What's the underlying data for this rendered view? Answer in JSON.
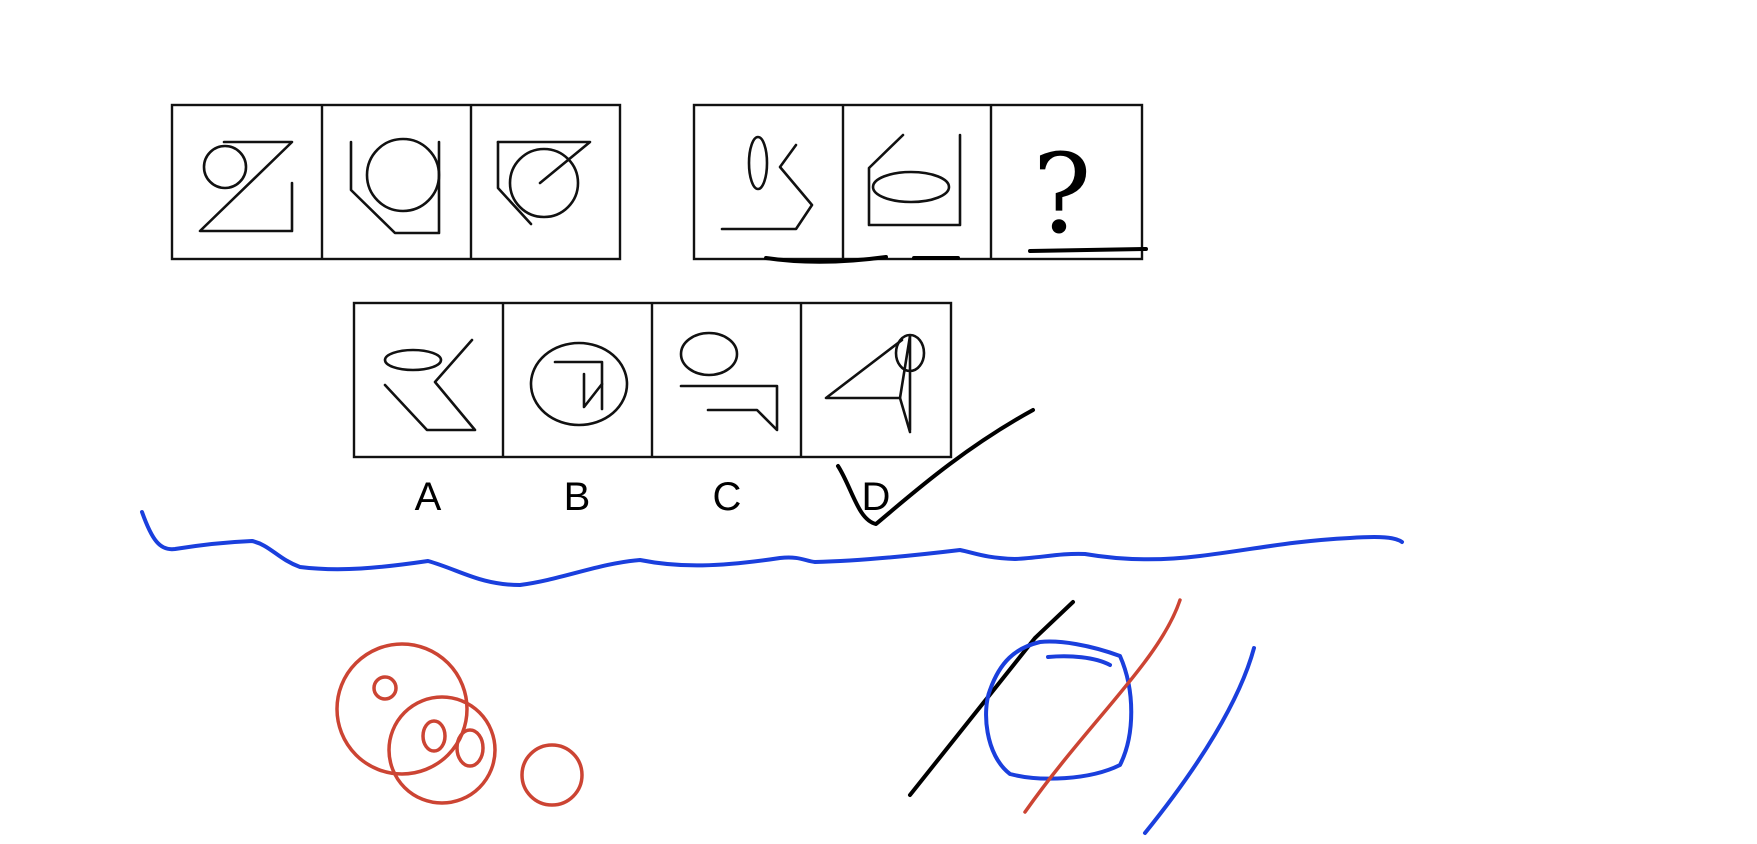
{
  "question": {
    "unknown_symbol": "?"
  },
  "options": [
    {
      "label": "A"
    },
    {
      "label": "B"
    },
    {
      "label": "C"
    },
    {
      "label": "D"
    }
  ],
  "annotations": {
    "selected_option": "D",
    "ink_colors": {
      "black": "#000000",
      "blue": "#1a3fdd",
      "red": "#cc4433"
    }
  }
}
